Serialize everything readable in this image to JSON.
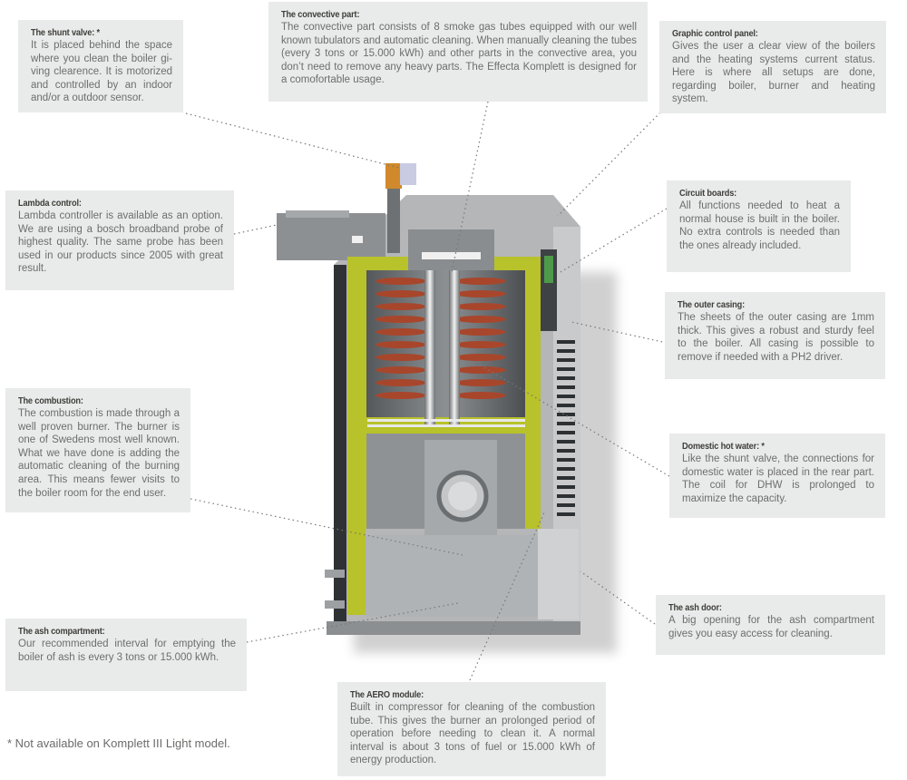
{
  "callouts": {
    "shunt_valve": {
      "title": "The shunt valve: *",
      "body": "It is placed behind the space where you clean the boiler gi-ving clearence. It is motorized and controlled by an indoor and/or a outdoor sensor."
    },
    "convective_part": {
      "title": "The convective part:",
      "body": "The convective part consists of 8 smoke gas tubes equipped with our well known tubulators and automatic cleaning. When manually cleaning the tubes (every 3 tons or 15.000 kWh) and other parts in the convective area, you don’t need to remove any heavy parts. The Effecta Komplett is designed for a comofortable usage."
    },
    "graphic_control_panel": {
      "title": "Graphic control panel:",
      "body": "Gives the user a clear view of the boilers and the heating systems current status. Here is where all setups are done, regarding boiler, burner and heating system."
    },
    "lambda_control": {
      "title": "Lambda control:",
      "body": "Lambda controller is available as an option. We are using a bosch broadband probe of highest quality. The same probe has been used in our products since 2005 with great result."
    },
    "circuit_boards": {
      "title": "Circuit boards:",
      "body": "All functions needed to heat a normal house is built in the boiler. No extra controls is needed than the ones already included."
    },
    "outer_casing": {
      "title": "The outer casing:",
      "body": "The sheets of the outer casing are 1mm thick. This gives a robust and sturdy feel to the boiler. All casing is possible to remove if needed with a PH2 driver."
    },
    "combustion": {
      "title": "The combustion:",
      "body": "The combustion is made through a well proven burner. The burner is one of Swedens most well known. What we have done is adding the automatic cleaning of the burning area. This means fewer visits to the boiler room for the end user."
    },
    "domestic_hot_water": {
      "title": "Domestic hot water: *",
      "body": "Like the shunt valve, the connections for domestic water is placed in the rear part. The coil for DHW is prolonged to maximize the capacity."
    },
    "ash_door": {
      "title": "The ash door:",
      "body": "A big opening for the ash compartment gives you easy access for cleaning."
    },
    "ash_compartment": {
      "title": "The ash compartment:",
      "body": "Our recommended interval for emptying the boiler of ash is every 3 tons or 15.000 kWh."
    },
    "aero_module": {
      "title": "The AERO module:",
      "body": "Built in compressor for cleaning of the combustion tube. This gives the burner an prolonged period of operation before needing to clean it. A normal interval is about 3 tons of fuel or 15.000 kWh of energy production."
    }
  },
  "footnote": "* Not available on Komplett III Light model.",
  "colors": {
    "callout_bg": "#e9eaea",
    "insulation": "#b8c22a",
    "coil": "#a8462c",
    "casing": "#a9abad"
  }
}
